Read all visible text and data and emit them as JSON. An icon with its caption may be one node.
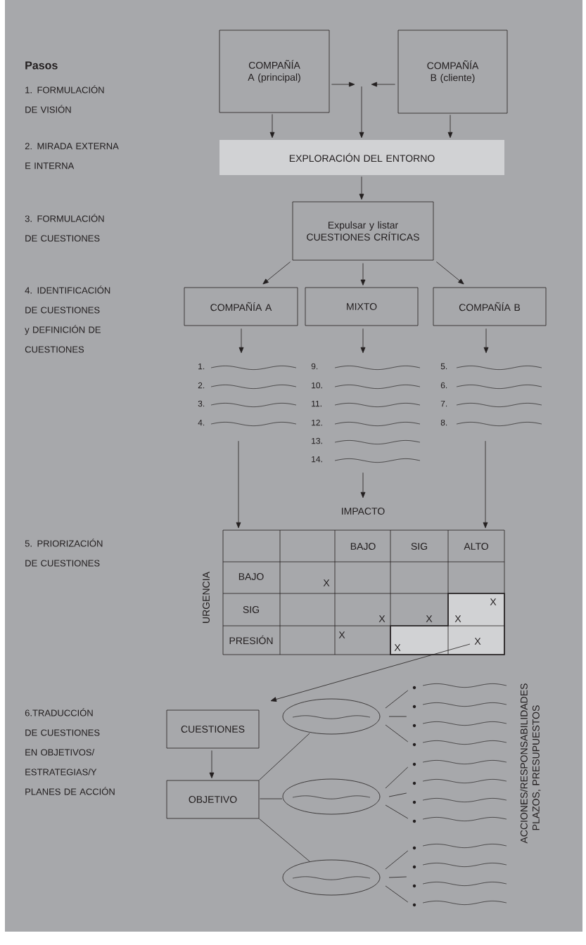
{
  "diagram": {
    "title": "Pasos",
    "nodes": [
      {
        "text": [
          "COMPAÑÍA A (principal)"
        ]
      },
      {
        "text": [
          "COMPAÑÍA B (cliente)"
        ]
      },
      {
        "text": [
          "EXPLORACIÓN DEL ENTORNO"
        ]
      },
      {
        "text": [
          "Expulsar y listar CUESTIONES CRÍTICAS"
        ]
      },
      {
        "text": [
          "COMPAÑÍA A"
        ]
      },
      {
        "text": [
          "MIXTO"
        ]
      },
      {
        "text": [
          "COMPAÑÍA B"
        ]
      },
      {
        "text": [
          "1.",
          "2.",
          "3.",
          "4."
        ]
      },
      {
        "text": [
          "9.",
          "10.",
          "11.",
          "12.",
          "13.",
          "14."
        ]
      },
      {
        "text": [
          "5.",
          "6.",
          "7.",
          "8."
        ]
      },
      {
        "text": [
          "IMPACTO"
        ]
      },
      {
        "text": [],
        "shape": "table"
      },
      {
        "text": [
          "CUESTIONES"
        ]
      },
      {
        "text": [
          "OBJETIVO"
        ]
      },
      {
        "text": [],
        "shape": "ellipse"
      },
      {
        "text": [],
        "shape": "ellipse"
      },
      {
        "text": [],
        "shape": "ellipse"
      },
      {
        "text": [],
        "shape": "list"
      },
      {
        "text": [],
        "shape": "list"
      },
      {
        "text": [],
        "shape": "list"
      }
    ],
    "edges": [
      {
        "from": 0,
        "to": null,
        "arrow": "to"
      },
      {
        "from": 1,
        "to": null,
        "arrow": "to"
      },
      {
        "from": null,
        "to": 2,
        "arrow": "to"
      },
      {
        "from": 0,
        "to": 2,
        "arrow": "to"
      },
      {
        "from": 1,
        "to": 2,
        "arrow": "to"
      },
      {
        "from": 2,
        "to": 3,
        "arrow": "to"
      },
      {
        "from": 3,
        "to": 4,
        "arrow": "to"
      },
      {
        "from": 3,
        "to": 5,
        "arrow": "to"
      },
      {
        "from": 3,
        "to": 6,
        "arrow": "to"
      },
      {
        "from": 4,
        "to": 7,
        "arrow": "to"
      },
      {
        "from": 5,
        "to": 8,
        "arrow": "to"
      },
      {
        "from": 6,
        "to": 9,
        "arrow": "to"
      },
      {
        "from": 7,
        "to": 11,
        "arrow": "to"
      },
      {
        "from": 8,
        "to": 10,
        "arrow": "to"
      },
      {
        "from": 9,
        "to": 11,
        "arrow": "to"
      },
      {
        "from": 11,
        "to": 14,
        "arrow": "to"
      },
      {
        "from": 12,
        "to": 13,
        "arrow": "to"
      },
      {
        "from": 13,
        "to": 14,
        "arrow": "none"
      },
      {
        "from": 13,
        "to": 15,
        "arrow": "none"
      },
      {
        "from": 13,
        "to": 16,
        "arrow": "none"
      },
      {
        "from": 14,
        "to": 17,
        "arrow": "none"
      },
      {
        "from": 14,
        "to": 17,
        "arrow": "none"
      },
      {
        "from": 14,
        "to": 17,
        "arrow": "none"
      },
      {
        "from": 15,
        "to": 18,
        "arrow": "none"
      },
      {
        "from": 15,
        "to": 18,
        "arrow": "none"
      },
      {
        "from": 15,
        "to": 18,
        "arrow": "none"
      },
      {
        "from": 16,
        "to": 19,
        "arrow": "none"
      },
      {
        "from": 16,
        "to": 19,
        "arrow": "none"
      },
      {
        "from": 16,
        "to": 19,
        "arrow": "none"
      }
    ],
    "labels": [
      "1. FORMULACIÓN DE VISIÓN",
      "2. MIRADA EXTERNA E INTERNA",
      "3. FORMULACIÓN DE CUESTIONES",
      "4. IDENTIFICACIÓN DE CUESTIONES y DEFINICIÓN DE CUESTIONES",
      "5. PRIORIZACIÓN DE CUESTIONES",
      "BAJO",
      "SIG",
      "ALTO",
      "URGENCIA",
      "BAJO",
      "X",
      "SIG",
      "X",
      "X",
      "X",
      "X",
      "PRESIÓN",
      "X",
      "X",
      "X",
      "6.TRADUCCIÓN DE CUESTIONES EN OBJETIVOS/ ESTRATEGIAS/Y PLANES DE ACCIÓN",
      "ACCIONES/RESPONSABILIDADES PLAZOS, PRESUPUESTOS"
    ]
  }
}
